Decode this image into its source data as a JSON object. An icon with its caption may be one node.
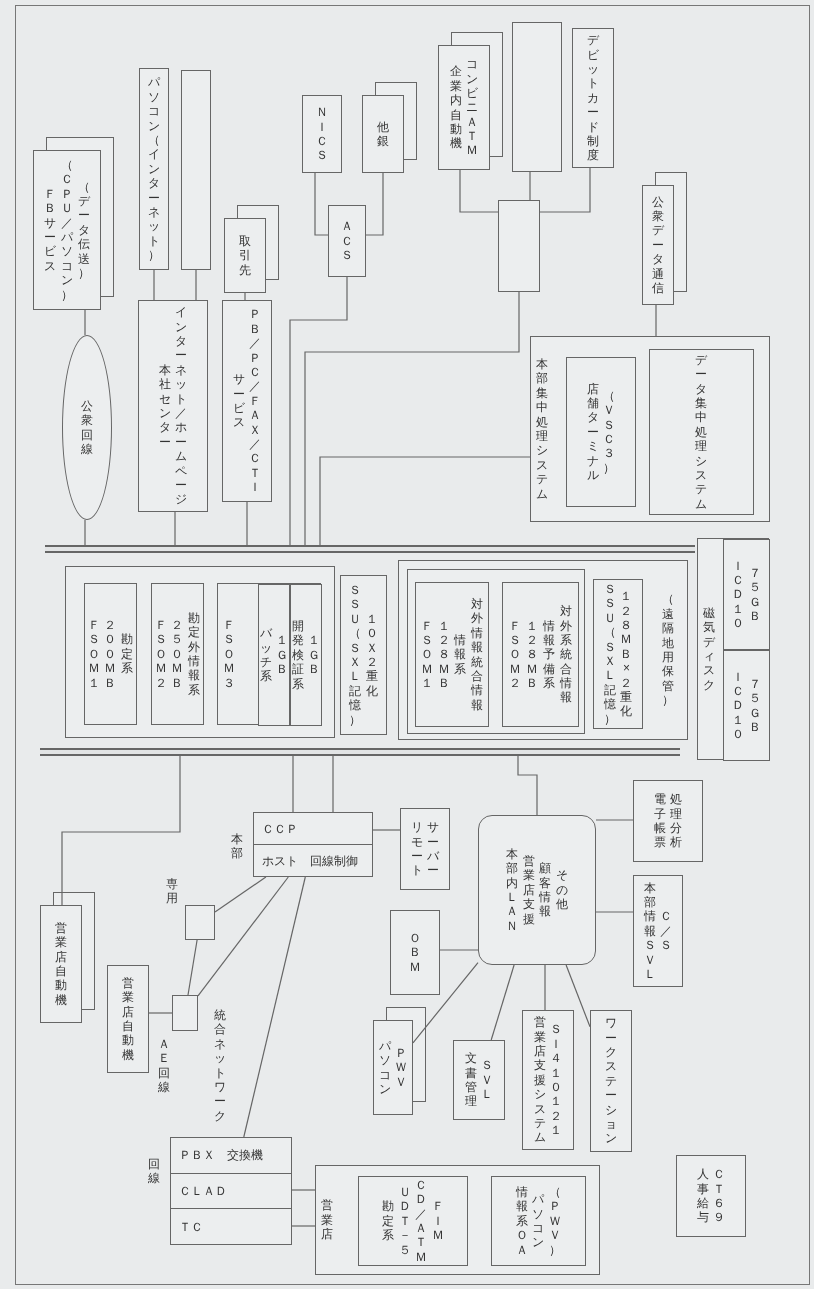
{
  "diagram": {
    "nodes": [
      {
        "text": [
          "ＦＢサービス",
          "（ＣＰＵ／パソコン）",
          "（データ伝送）"
        ]
      },
      {
        "text": [
          "公衆回線"
        ]
      },
      {
        "text": [
          "パソコン（インターネット）"
        ]
      },
      {
        "text": [],
        "shape": "box"
      },
      {
        "text": [
          "本社センター",
          "インターネット／ホームページ"
        ]
      },
      {
        "text": [
          "取引先"
        ]
      },
      {
        "text": [
          "サービス",
          "ＰＢ／ＰＣ／ＦＡＸ／ＣＴＩ"
        ]
      },
      {
        "text": [
          "ＮＩＣＳ"
        ]
      },
      {
        "text": [
          "他銀"
        ]
      },
      {
        "text": [
          "ＡＣＳ"
        ]
      },
      {
        "text": [
          "企業内自動機",
          "コンビニＡＴＭ"
        ]
      },
      {
        "text": [],
        "shape": "box"
      },
      {
        "text": [
          "デビットカード制度"
        ]
      },
      {
        "text": [],
        "shape": "box"
      },
      {
        "text": [
          "公衆データ通信"
        ]
      },
      {
        "text": [
          "本部集中処理システム"
        ]
      },
      {
        "text": [
          "店舗ターミナル",
          "（ＶＳＣ３）"
        ],
        "in": 15
      },
      {
        "text": [
          "データ集中処理システム"
        ],
        "in": 15
      },
      {
        "text": [],
        "shape": "bar"
      },
      {
        "text": [],
        "shape": "box"
      },
      {
        "text": [
          "ＦＳＯＭ１",
          "２００ＭＢ",
          "勘定系"
        ],
        "in": 19
      },
      {
        "text": [
          "ＦＳＯＭ２",
          "２５０ＭＢ",
          "勘定外情報系"
        ],
        "in": 19
      },
      {
        "text": [
          "ＦＳＯＭ３"
        ],
        "in": 19
      },
      {
        "text": [
          "バッチ系",
          "１ＧＢ"
        ],
        "in": 22
      },
      {
        "text": [
          "開発検証系",
          "１ＧＢ"
        ],
        "in": 22
      },
      {
        "text": [
          "ＳＳＵ（ＳＸＬ記憶）",
          "１０Ｘ２重化"
        ]
      },
      {
        "text": [
          "（遠隔地用保管）"
        ]
      },
      {
        "text": [],
        "shape": "box",
        "in": 26
      },
      {
        "text": [
          "ＦＳＯＭ１",
          "１２８ＭＢ",
          "情報系",
          "対外情報統合情報"
        ],
        "in": 27
      },
      {
        "text": [
          "ＦＳＯＭ２",
          "１２８ＭＢ",
          "情報予備系",
          "対外系統合情報"
        ],
        "in": 27
      },
      {
        "text": [
          "ＳＳＵ（ＳＸＬ記憶）",
          "１２８ＭＢ×２重化"
        ],
        "in": 26
      },
      {
        "text": [
          "磁気ディスク"
        ]
      },
      {
        "text": [
          "ＩＣＤ１０",
          "７５ＧＢ"
        ],
        "in": 31
      },
      {
        "text": [
          "ＩＣＤ１０",
          "７５ＧＢ"
        ],
        "in": 31
      },
      {
        "text": [],
        "shape": "bar"
      },
      {
        "text": [
          "営業店自動機"
        ]
      },
      {
        "text": [
          "営業店自動機"
        ]
      },
      {
        "text": [],
        "shape": "box",
        "beside": [
          "ＡＥ回線"
        ]
      },
      {
        "text": [],
        "shape": "box",
        "beside": [
          "専用"
        ]
      },
      {
        "text": [
          "ＣＣＰ",
          "ホスト　回線制御"
        ],
        "beside": [
          "本部"
        ]
      },
      {
        "text": [
          "リモート",
          "サーバー"
        ]
      },
      {
        "text": [
          "本部内ＬＡＮ",
          "営業店支援",
          "顧客情報",
          "その他"
        ]
      },
      {
        "text": [
          "電子帳票",
          "処理分析"
        ]
      },
      {
        "text": [
          "本部情報ＳＶＬ",
          "Ｃ／Ｓ"
        ]
      },
      {
        "text": [
          "ＯＢＭ"
        ]
      },
      {
        "text": [
          "パソコン",
          "ＰＷＶ"
        ]
      },
      {
        "text": [
          "文書管理",
          "ＳＶＬ"
        ]
      },
      {
        "text": [
          "営業店支援システム",
          "ＳＩ４１０１２１"
        ]
      },
      {
        "text": [
          "ワークステーション"
        ]
      },
      {
        "text": [
          "人事給与",
          "ＣＴ６９"
        ]
      },
      {
        "text": [
          "ＰＢＸ　交換機",
          "ＣＬＡＤ",
          "ＴＣ"
        ],
        "beside": [
          "回線"
        ]
      },
      {
        "text": [
          "営業店"
        ]
      },
      {
        "text": [
          "勘定系",
          "ＵＤＴ－５",
          "ＣＤ／ＡＴＭ",
          "ＦＩＭ"
        ],
        "in": 51
      },
      {
        "text": [
          "情報系ＯＡ",
          "パソコン",
          "（ＰＷＶ）"
        ],
        "in": 51
      }
    ],
    "edges": [
      {
        "from": 0,
        "to": 1,
        "arrow": "none"
      },
      {
        "from": 1,
        "to": 18,
        "arrow": "none"
      },
      {
        "from": 2,
        "to": 4,
        "arrow": "none"
      },
      {
        "from": 3,
        "to": 4,
        "arrow": "none"
      },
      {
        "from": 4,
        "to": 18,
        "arrow": "none"
      },
      {
        "from": 5,
        "to": 6,
        "arrow": "none"
      },
      {
        "from": 6,
        "to": 18,
        "arrow": "none"
      },
      {
        "from": 7,
        "to": 9,
        "arrow": "none"
      },
      {
        "from": 8,
        "to": 9,
        "arrow": "none"
      },
      {
        "from": 9,
        "to": 18,
        "arrow": "none"
      },
      {
        "from": 10,
        "to": 13,
        "arrow": "none"
      },
      {
        "from": 11,
        "to": 13,
        "arrow": "none"
      },
      {
        "from": 12,
        "to": 13,
        "arrow": "none"
      },
      {
        "from": 13,
        "to": 18,
        "arrow": "none"
      },
      {
        "from": 14,
        "to": 15,
        "arrow": "none"
      },
      {
        "from": 15,
        "to": 18,
        "arrow": "none"
      },
      {
        "from": 34,
        "to": 35,
        "arrow": "none"
      },
      {
        "from": 34,
        "to": 39,
        "arrow": "none"
      },
      {
        "from": 34,
        "to": 39,
        "arrow": "none"
      },
      {
        "from": 39,
        "to": 40,
        "arrow": "none"
      },
      {
        "from": 34,
        "to": 41,
        "arrow": "none"
      },
      {
        "from": 41,
        "to": 42,
        "arrow": "none"
      },
      {
        "from": 41,
        "to": 43,
        "arrow": "none"
      },
      {
        "from": 41,
        "to": 44,
        "arrow": "none"
      },
      {
        "from": 41,
        "to": 45,
        "arrow": "none"
      },
      {
        "from": 41,
        "to": 46,
        "arrow": "none"
      },
      {
        "from": 41,
        "to": 47,
        "arrow": "none"
      },
      {
        "from": 41,
        "to": 48,
        "arrow": "none"
      },
      {
        "from": 39,
        "to": 38,
        "arrow": "none"
      },
      {
        "from": 39,
        "to": 37,
        "arrow": "none"
      },
      {
        "from": 39,
        "to": 50,
        "arrow": "none"
      },
      {
        "from": 38,
        "to": 37,
        "arrow": "none"
      },
      {
        "from": 37,
        "to": 36,
        "arrow": "none"
      },
      {
        "from": 50,
        "to": 51,
        "arrow": "none"
      },
      {
        "from": 50,
        "to": 51,
        "arrow": "none"
      }
    ],
    "labels": [
      "統合ネットワーク"
    ]
  }
}
